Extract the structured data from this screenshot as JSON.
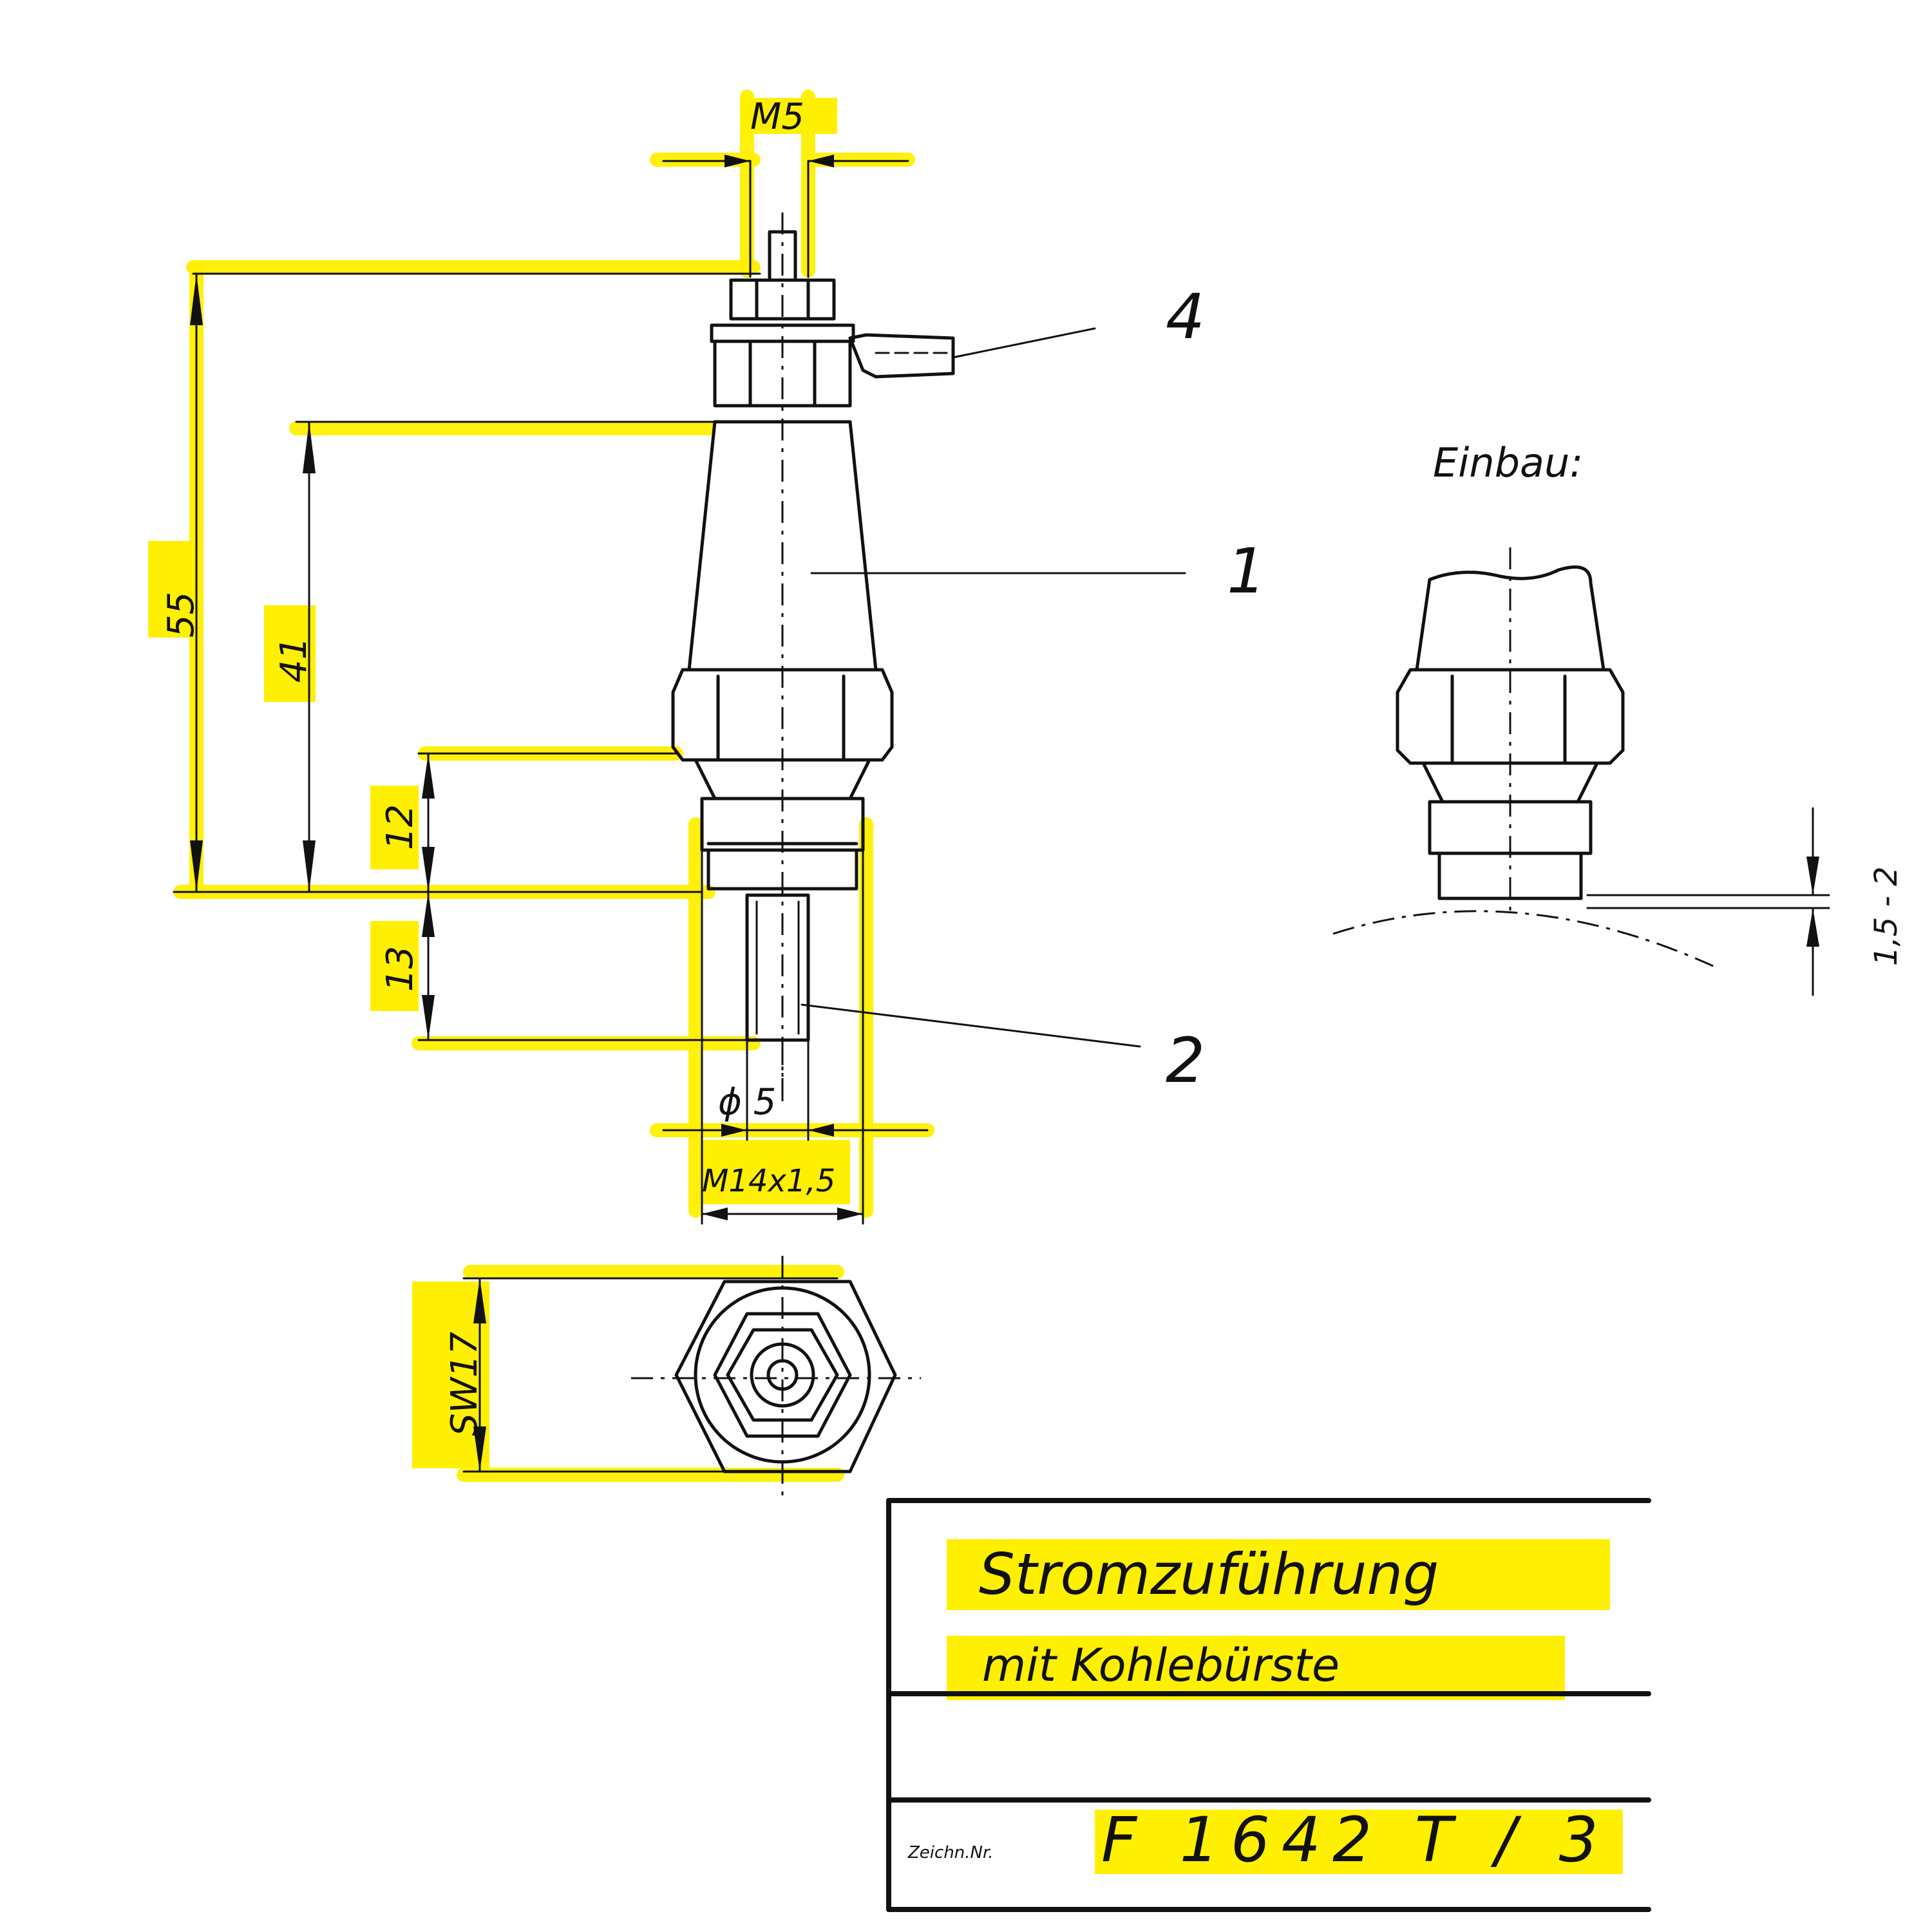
{
  "drawing": {
    "dimensions": {
      "thread_top": "M5",
      "overall_length": "55",
      "body_length": "41",
      "thread_length": "12",
      "brush_length": "13",
      "brush_diameter": "ϕ 5",
      "thread_main": "M14x1,5",
      "wrench_size": "SW17",
      "gap": "1,5 - 2"
    },
    "positions": [
      "1",
      "2",
      "4"
    ],
    "install_label": "Einbau:"
  },
  "title_block": {
    "title": "Stromzuführung",
    "subtitle": "mit Kohlebürste",
    "drawing_no_label": "Zeichn.Nr.",
    "drawing_no": "F 1642 T / 3"
  },
  "colors": {
    "highlight": "#ffef00",
    "ink": "#111111"
  }
}
